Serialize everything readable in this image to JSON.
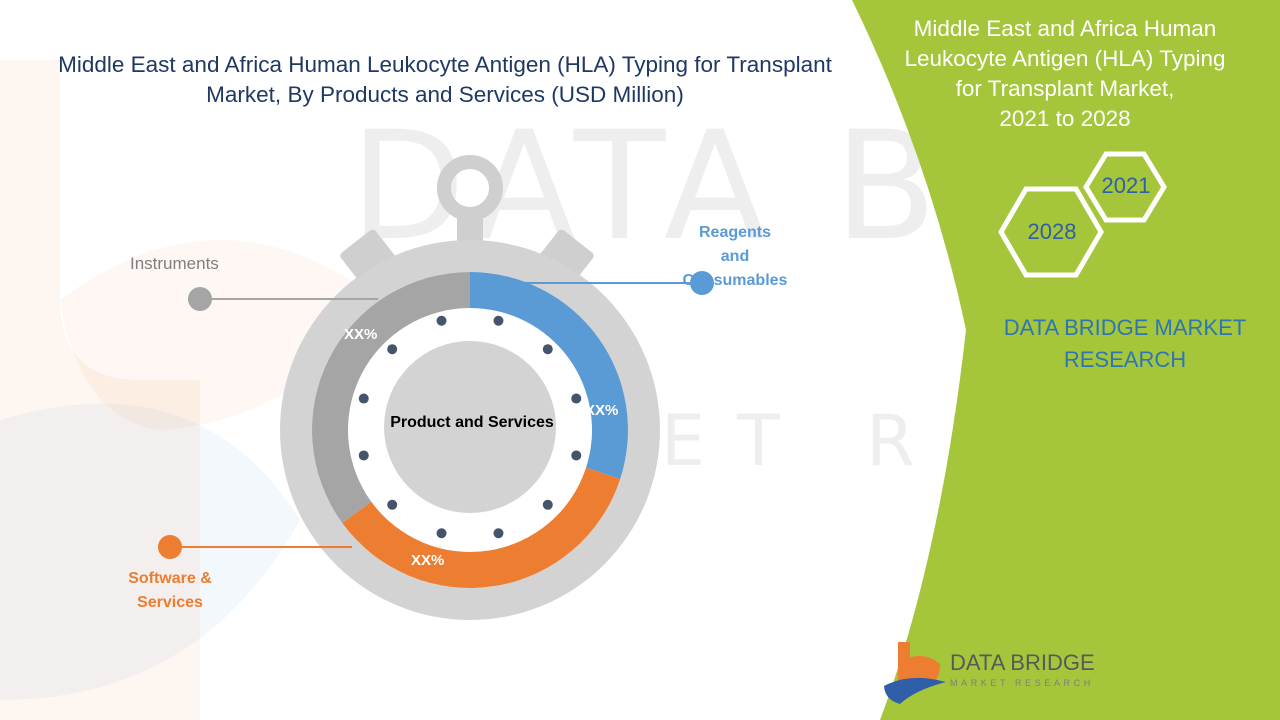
{
  "chart_data": {
    "type": "pie",
    "title": "Middle East and Africa Human Leukocyte Antigen (HLA) Typing for Transplant Market, By Products and Services (USD Million)",
    "center_label": "Product and Services",
    "series": [
      {
        "name": "Reagents and Consumables",
        "label": "XX%",
        "value": 0.3,
        "color": "#5b9bd5"
      },
      {
        "name": "Software & Services",
        "label": "XX%",
        "value": 0.35,
        "color": "#ed7d31"
      },
      {
        "name": "Instruments",
        "label": "XX%",
        "value": 0.35,
        "color": "#a5a5a5"
      }
    ]
  },
  "labels": {
    "instruments": "Instruments",
    "reagents": [
      "Reagents",
      "and",
      "Consumables"
    ],
    "software": [
      "Software &",
      "Services"
    ]
  },
  "side_panel": {
    "title": [
      "Middle East and Africa Human",
      "Leukocyte Antigen (HLA) Typing",
      "for Transplant Market,",
      "2021 to 2028"
    ],
    "year_start": "2021",
    "year_end": "2028",
    "brand": [
      "DATA BRIDGE MARKET",
      "RESEARCH"
    ],
    "panel_color": "#a5c63b"
  },
  "logo": {
    "title": "DATA BRIDGE",
    "subtitle": "MARKET RESEARCH"
  },
  "watermark": {
    "line1": "DATA BRIDGE",
    "line2": "MARKET RESEARCH"
  }
}
